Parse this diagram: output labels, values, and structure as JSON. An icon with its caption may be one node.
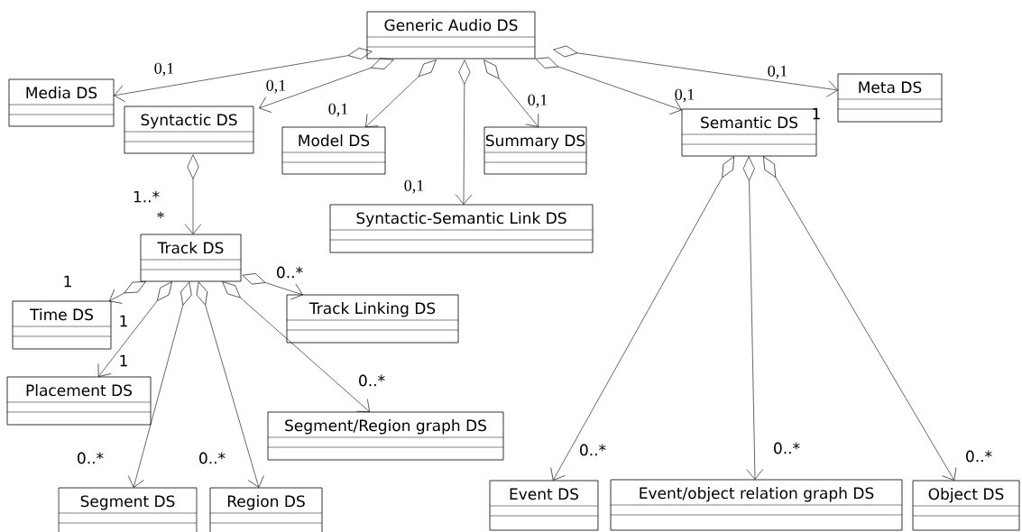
{
  "diagram": {
    "nodes": [
      {
        "text": [
          "Generic Audio DS"
        ]
      },
      {
        "text": [
          "Media DS"
        ]
      },
      {
        "text": [
          "Syntactic DS"
        ]
      },
      {
        "text": [
          "Model DS"
        ]
      },
      {
        "text": [
          "Summary DS"
        ]
      },
      {
        "text": [
          "Semantic DS"
        ]
      },
      {
        "text": [
          "Meta DS"
        ]
      },
      {
        "text": [
          "Syntactic-Semantic Link DS"
        ]
      },
      {
        "text": [
          "Track DS"
        ]
      },
      {
        "text": [
          "Time DS"
        ]
      },
      {
        "text": [
          "Track Linking DS"
        ]
      },
      {
        "text": [
          "Placement DS"
        ]
      },
      {
        "text": [
          "Segment/Region graph DS"
        ]
      },
      {
        "text": [
          "Segment DS"
        ]
      },
      {
        "text": [
          "Region DS"
        ]
      },
      {
        "text": [
          "Event DS"
        ]
      },
      {
        "text": [
          "Event/object relation graph DS"
        ]
      },
      {
        "text": [
          "Object DS"
        ]
      }
    ],
    "edges": [
      {
        "from": 0,
        "to": 1,
        "arrow": "to"
      },
      {
        "from": 0,
        "to": 2,
        "arrow": "to"
      },
      {
        "from": 0,
        "to": 3,
        "arrow": "to"
      },
      {
        "from": 0,
        "to": 7,
        "arrow": "to"
      },
      {
        "from": 0,
        "to": 4,
        "arrow": "to"
      },
      {
        "from": 0,
        "to": 5,
        "arrow": "to"
      },
      {
        "from": 0,
        "to": 6,
        "arrow": "to"
      },
      {
        "from": 2,
        "to": 8,
        "arrow": "to"
      },
      {
        "from": 8,
        "to": 9,
        "arrow": "to"
      },
      {
        "from": 8,
        "to": 11,
        "arrow": "to"
      },
      {
        "from": 8,
        "to": 13,
        "arrow": "to"
      },
      {
        "from": 8,
        "to": 14,
        "arrow": "to"
      },
      {
        "from": 8,
        "to": 12,
        "arrow": "to"
      },
      {
        "from": 8,
        "to": 10,
        "arrow": "to"
      },
      {
        "from": 5,
        "to": 15,
        "arrow": "to"
      },
      {
        "from": 5,
        "to": 16,
        "arrow": "to"
      },
      {
        "from": 5,
        "to": 17,
        "arrow": "to"
      }
    ],
    "labels": [
      "0,1",
      "0,1",
      "0,1",
      "0,1",
      "0,1",
      "0,1",
      "1",
      "0,1",
      "1..*",
      "*",
      "1",
      "0..*",
      "1",
      "1",
      "0..*",
      "0..*",
      "0..*",
      "0..*",
      "0..*",
      "0..*"
    ]
  }
}
